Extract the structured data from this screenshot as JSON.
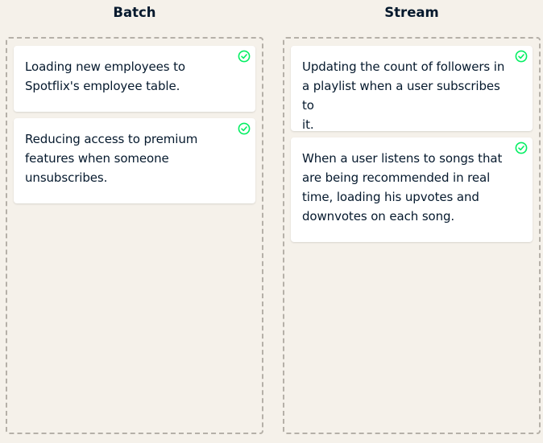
{
  "columns": [
    {
      "title": "Batch",
      "cards": [
        {
          "text": "Loading new employees to\nSpotflix's employee table.",
          "status_icon": "check-circle-icon"
        },
        {
          "text": "Reducing access to premium\nfeatures when someone\nunsubscribes.",
          "status_icon": "check-circle-icon"
        }
      ]
    },
    {
      "title": "Stream",
      "cards": [
        {
          "text": "Updating the count of followers in\na playlist when a user subscribes to\nit.",
          "status_icon": "check-circle-icon"
        },
        {
          "text": "When a user listens to songs that\nare being recommended in real\ntime, loading his upvotes and\ndownvotes on each song.",
          "status_icon": "check-circle-icon"
        }
      ]
    }
  ],
  "colors": {
    "background": "#f5f1ea",
    "card": "#ffffff",
    "text": "#05192d",
    "check": "#03ef62",
    "border": "#b5b0a8"
  }
}
